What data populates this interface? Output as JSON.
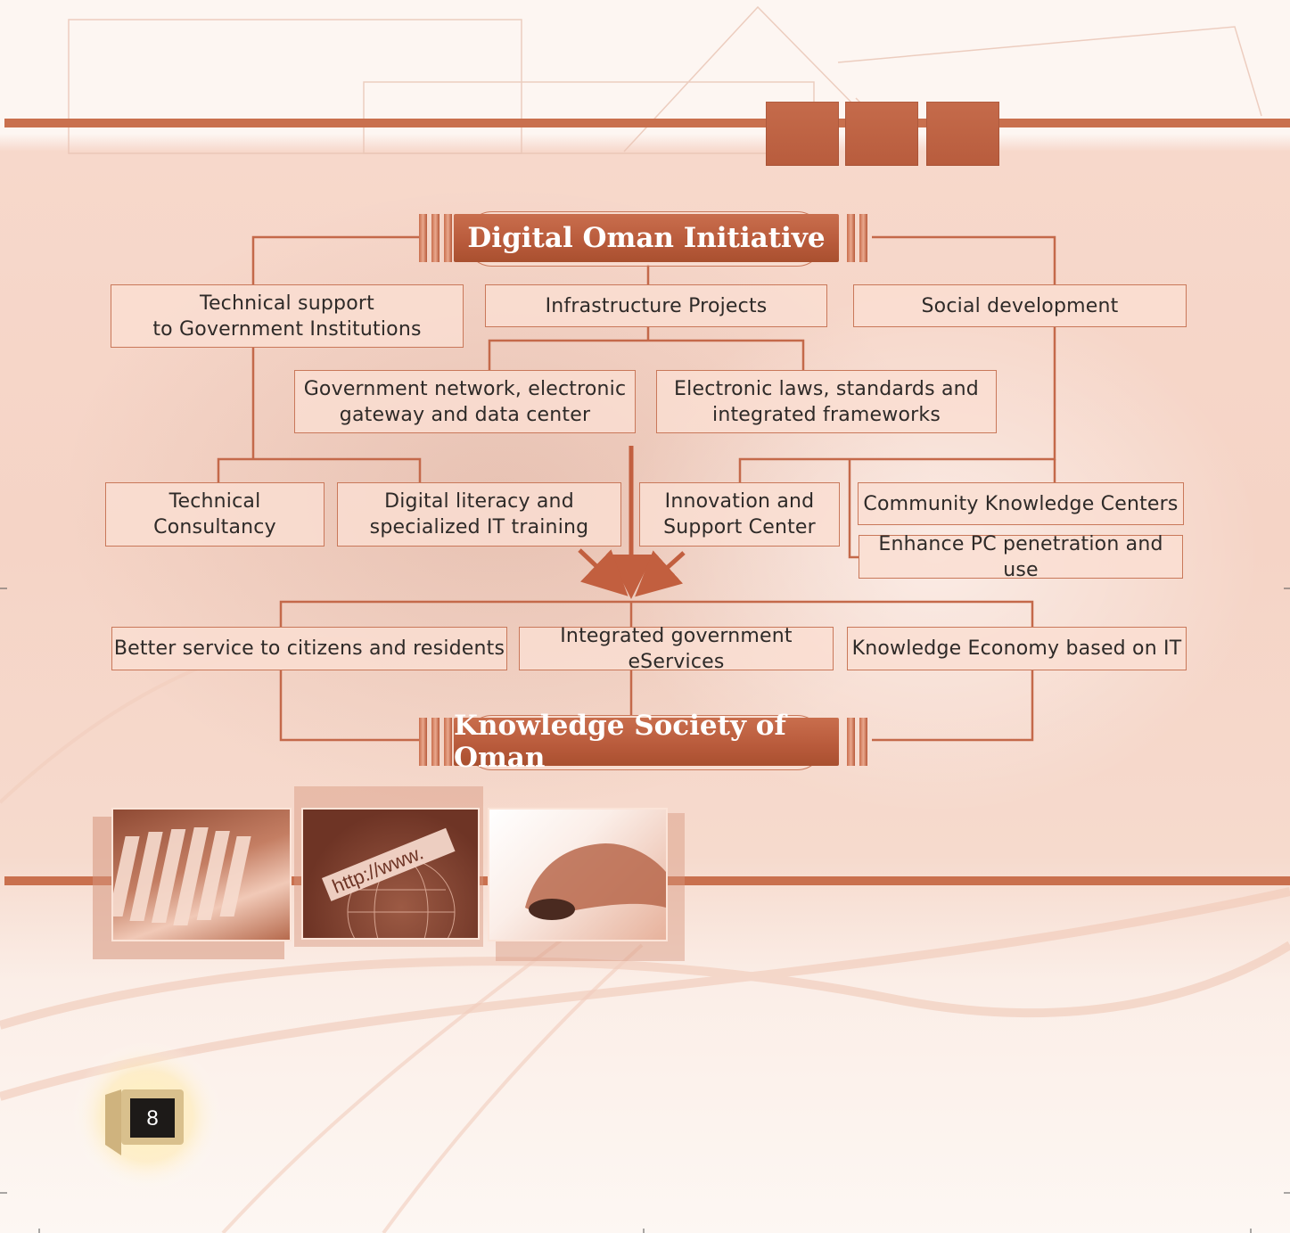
{
  "diagram": {
    "top_title": "Digital Oman Initiative",
    "bottom_title": "Knowledge Society of Oman",
    "level1": [
      "Technical support\nto Government Institutions",
      "Infrastructure Projects",
      "Social development"
    ],
    "level2": [
      "Government network, electronic\ngateway and data center",
      "Electronic laws, standards and\nintegrated frameworks"
    ],
    "level3": [
      "Technical\nConsultancy",
      "Digital literacy and\nspecialized IT training",
      "Innovation and\nSupport Center",
      "Community Knowledge Centers",
      "Enhance PC penetration and use"
    ],
    "outcomes": [
      "Better service to citizens and residents",
      "Integrated government eServices",
      "Knowledge Economy based on IT"
    ]
  },
  "decor": {
    "photos": [
      "keyboard-photo",
      "browser-url-photo",
      "hand-mouse-photo"
    ],
    "photo2_caption": "http://www."
  },
  "footer": {
    "page_number": "8"
  },
  "colors": {
    "accent": "#c9704e",
    "box_fill": "#f9ddd1",
    "box_border": "#c9785a",
    "banner": "#b85a3b"
  }
}
